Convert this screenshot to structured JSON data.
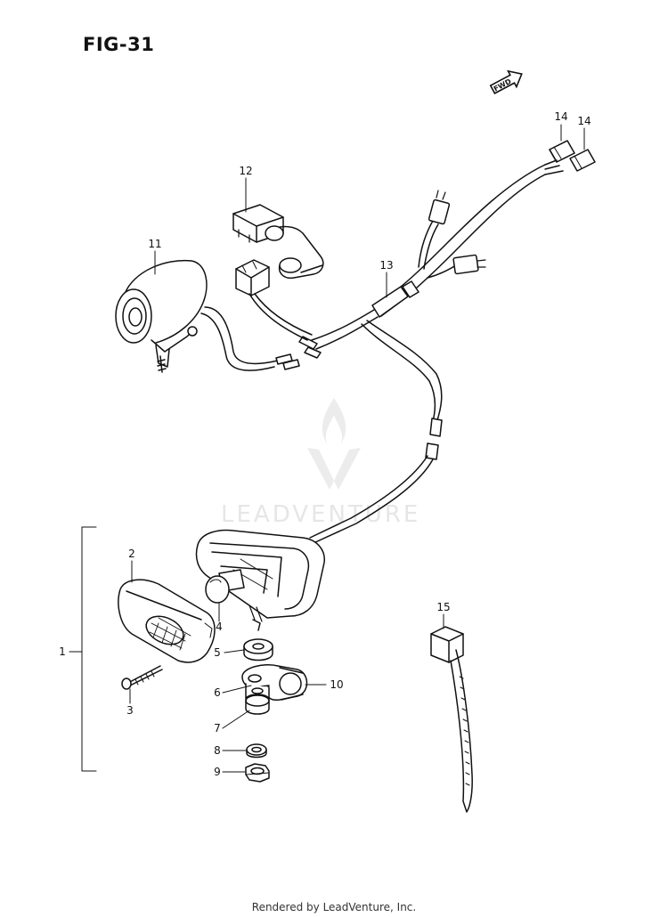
{
  "figure": {
    "title": "FIG-31"
  },
  "fwd_badge": "FWD",
  "watermark": {
    "text": "LEADVENTURE"
  },
  "callouts": {
    "c1": "1",
    "c2": "2",
    "c3": "3",
    "c4": "4",
    "c5": "5",
    "c6": "6",
    "c7": "7",
    "c8": "8",
    "c9": "9",
    "c10": "10",
    "c11": "11",
    "c12": "12",
    "c13": "13",
    "c14a": "14",
    "c14b": "14",
    "c15": "15"
  },
  "footer": "Rendered by LeadVenture, Inc.",
  "colors": {
    "ink": "#111111",
    "watermark": "#e6e6e6"
  }
}
